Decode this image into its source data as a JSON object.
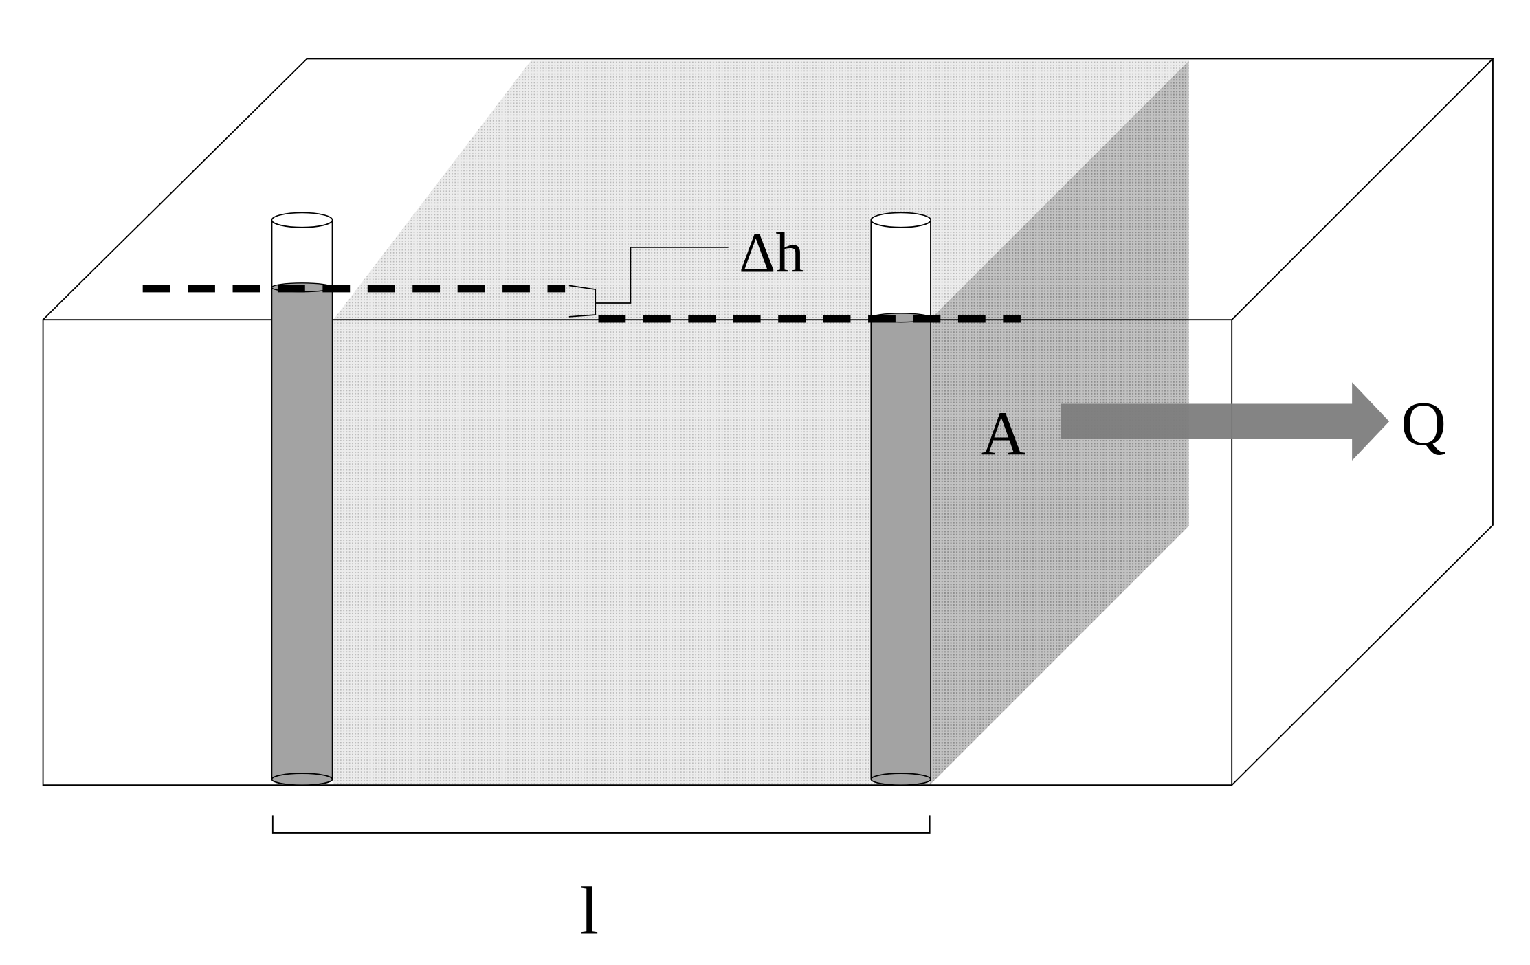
{
  "labels": {
    "delta_h": "Δh",
    "area": "A",
    "flow": "Q",
    "length": "l"
  },
  "colors": {
    "outline": "#000000",
    "box_edge": "#555555",
    "soil_light": "#e4e4e4",
    "soil_dark": "#b4b4b4",
    "water": "#a3a3a3",
    "arrow": "#7d7d7d",
    "background": "#ffffff"
  }
}
